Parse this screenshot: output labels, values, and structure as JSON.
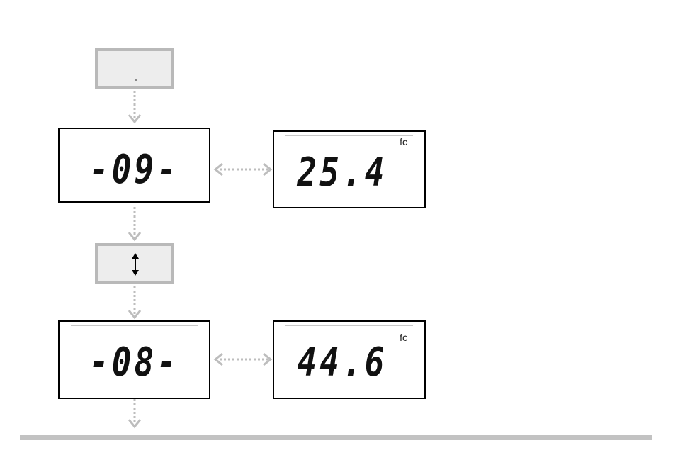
{
  "diagram": {
    "top_key": {
      "label": "",
      "icon": "dot-icon"
    },
    "mode_09": {
      "readout": "-09-"
    },
    "reading_09": {
      "value": "25.4",
      "unit": "fc"
    },
    "scroll_key": {
      "icon": "up-down-arrow-icon"
    },
    "mode_08": {
      "readout": "-08-"
    },
    "reading_08": {
      "value": "44.6",
      "unit": "fc"
    },
    "colors": {
      "connector": "#bdbdbd",
      "key_fill": "#ededed",
      "key_border": "#b9b9b9",
      "lcd_border": "#000000",
      "divider": "#c2c2c2"
    }
  }
}
